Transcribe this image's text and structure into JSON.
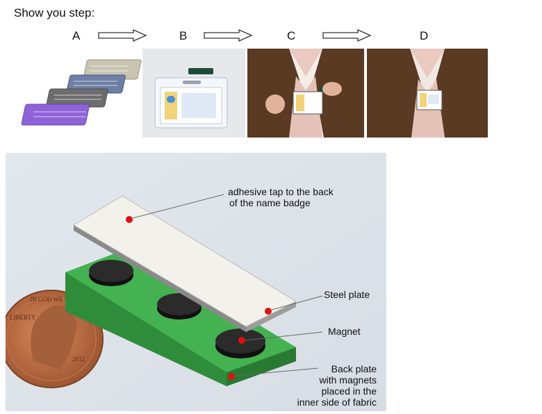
{
  "header": {
    "title": "Show you step:"
  },
  "steps": [
    {
      "label": "A"
    },
    {
      "label": "B"
    },
    {
      "label": "C"
    },
    {
      "label": "D"
    }
  ],
  "diagram": {
    "callouts": {
      "adhesive_line1": "adhesive tap to the back",
      "adhesive_line2": "of the name badge",
      "steel_plate": "Steel plate",
      "magnet": "Magnet",
      "back_plate_line1": "Back plate",
      "back_plate_line2": "with magnets",
      "back_plate_line3": "placed in the",
      "back_plate_line4": "inner side of fabric"
    },
    "coin": {
      "top_text": "IN GOD WE TRUST",
      "left_text": "LIBERTY",
      "year": "2012"
    }
  },
  "colors": {
    "marker_red": "#e01010",
    "back_plate_green": "#3ea84a",
    "magnet_black": "#1e1e1e",
    "coat_brown": "#5a3a22",
    "sweater_pink": "#e9c9c0",
    "copper": "#b86a3c"
  }
}
